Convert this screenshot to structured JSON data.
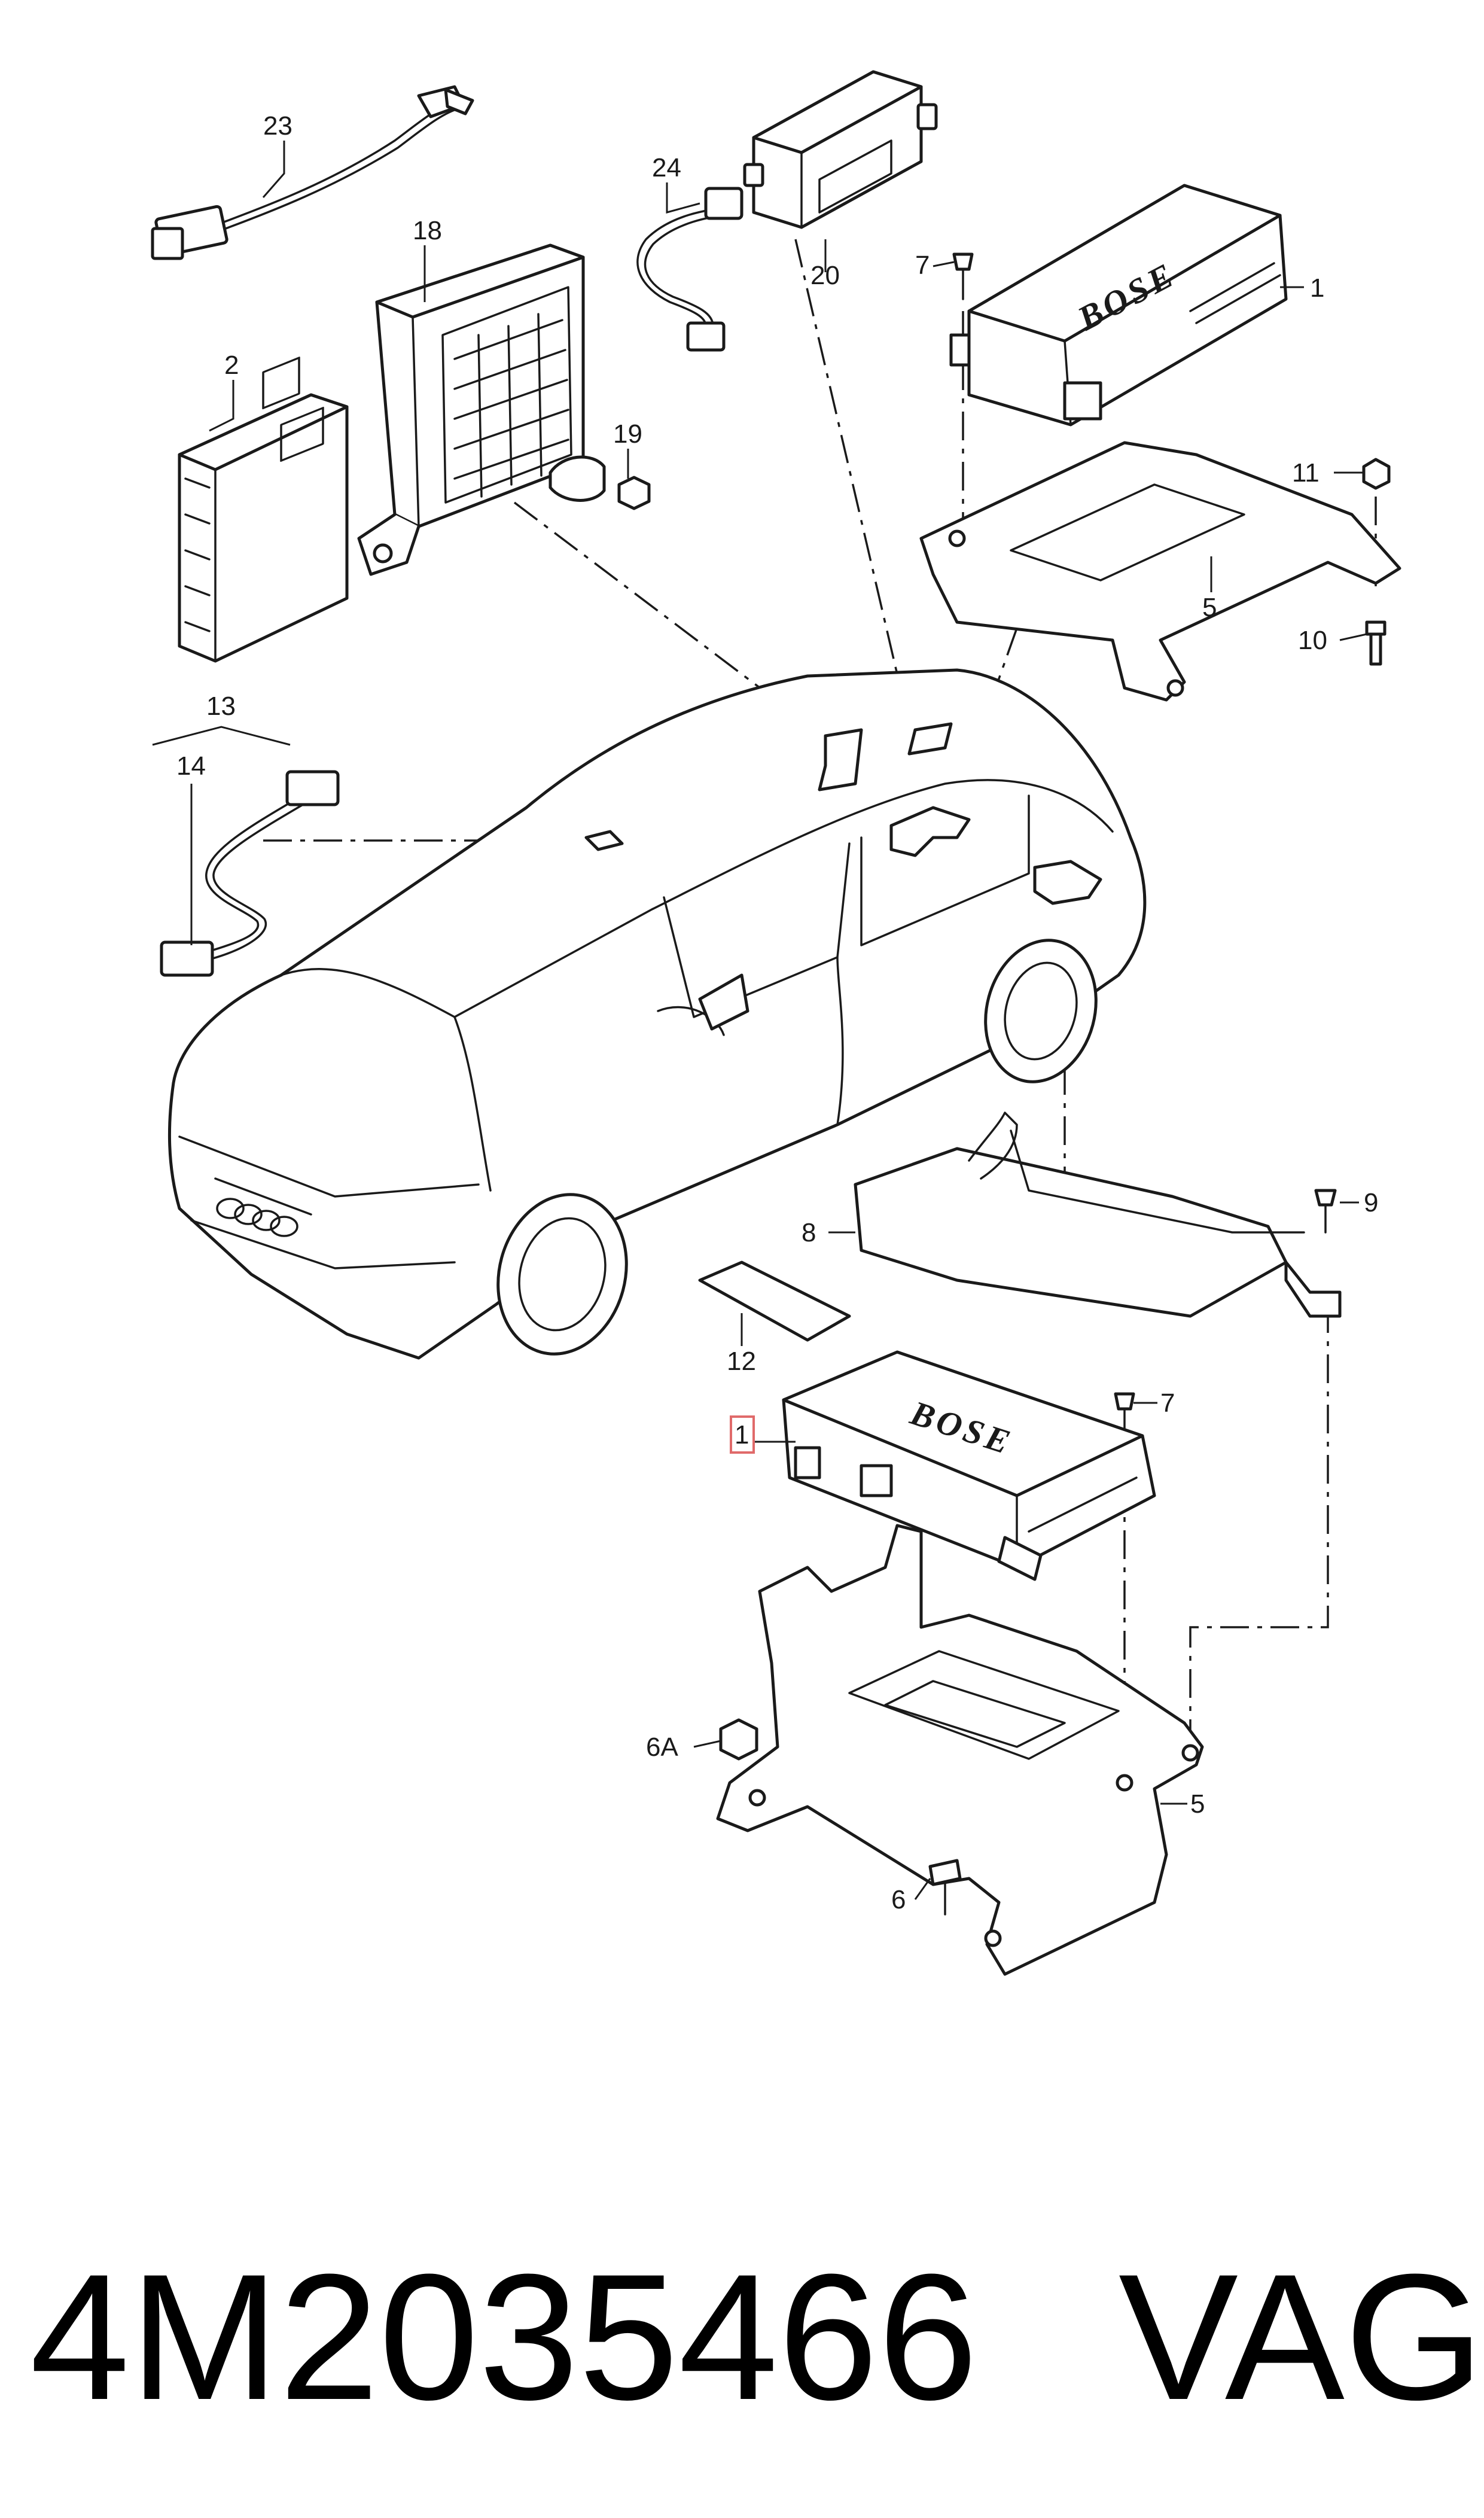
{
  "callouts": {
    "c23": "23",
    "c18": "18",
    "c2": "2",
    "c19": "19",
    "c24": "24",
    "c20": "20",
    "c7_top": "7",
    "c1_top": "1",
    "c11": "11",
    "c5_top": "5",
    "c10": "10",
    "c13": "13",
    "c14": "14",
    "c9": "9",
    "c8": "8",
    "c12": "12",
    "c7_bottom": "7",
    "c1_highlight": "1",
    "c6A": "6A",
    "c5_bottom": "5",
    "c6": "6"
  },
  "brand_marks": {
    "amp_top": "BOSE",
    "amp_bottom": "BOSE"
  },
  "footer": {
    "part_number": "4M2035466",
    "maker": "VAG"
  },
  "colors": {
    "line": "#1a1a1a",
    "highlight_box": "#e06a6a",
    "background": "#ffffff"
  }
}
